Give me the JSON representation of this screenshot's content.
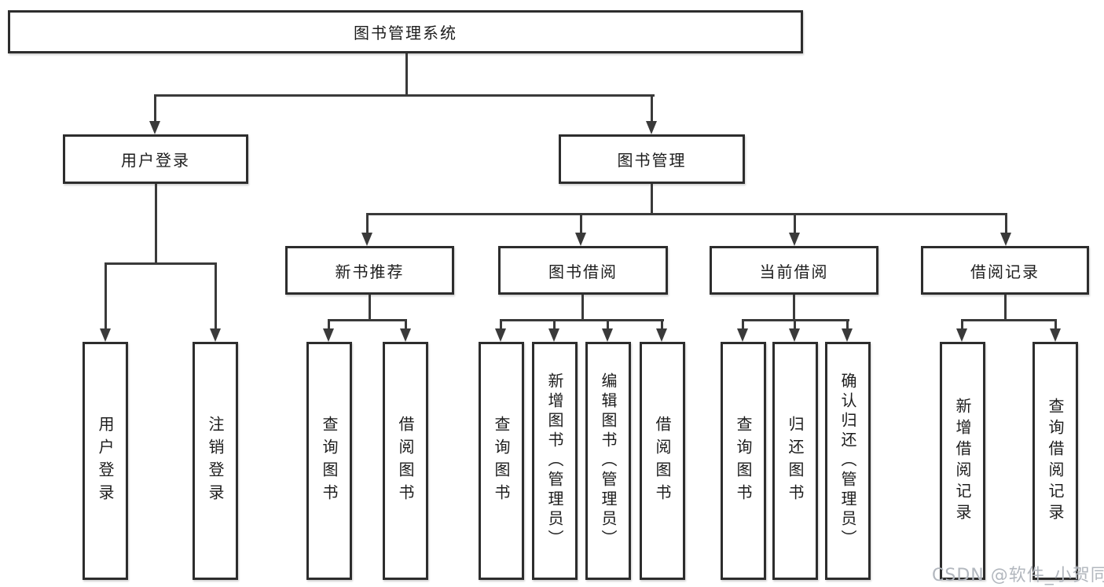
{
  "colors": {
    "line": "#3a3a3a",
    "box_border": "#2d2d2d",
    "text": "#1d1d1d",
    "watermark": "#b2b7be",
    "background": "#ffffff"
  },
  "watermark": {
    "text": "CSDN @软件_小贺同学"
  },
  "tree": {
    "root": {
      "label": "图书管理系统"
    },
    "branches": [
      {
        "label": "用户登录",
        "children": [
          {
            "label": "用户登录"
          },
          {
            "label": "注销登录"
          }
        ]
      },
      {
        "label": "图书管理",
        "children": [
          {
            "label": "新书推荐",
            "children": [
              {
                "label": "查询图书"
              },
              {
                "label": "借阅图书"
              }
            ]
          },
          {
            "label": "图书借阅",
            "children": [
              {
                "label": "查询图书"
              },
              {
                "label": "新增图书（管理员）"
              },
              {
                "label": "编辑图书（管理员）"
              },
              {
                "label": "借阅图书"
              }
            ]
          },
          {
            "label": "当前借阅",
            "children": [
              {
                "label": "查询图书"
              },
              {
                "label": "归还图书"
              },
              {
                "label": "确认归还（管理员）"
              }
            ]
          },
          {
            "label": "借阅记录",
            "children": [
              {
                "label": "新增借阅记录"
              },
              {
                "label": "查询借阅记录"
              }
            ]
          }
        ]
      }
    ]
  }
}
